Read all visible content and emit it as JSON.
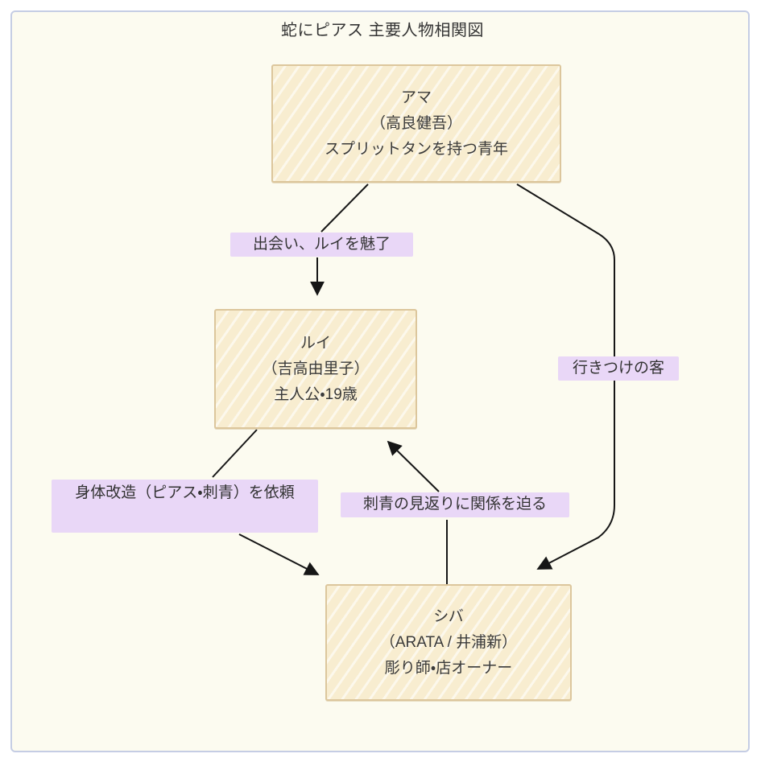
{
  "diagram": {
    "title": "蛇にピアス 主要人物相関図"
  },
  "nodes": [
    {
      "id": "ama",
      "name": "アマ",
      "actor": "（高良健吾）",
      "desc": "スプリットタンを持つ青年"
    },
    {
      "id": "rui",
      "name": "ルイ",
      "actor": "（吉高由里子）",
      "desc": "主人公・19歳"
    },
    {
      "id": "shiba",
      "name": "シバ",
      "actor": "（ARATA / 井浦新）",
      "desc": "彫り師・店オーナー"
    }
  ],
  "edges": [
    {
      "from": "アマ",
      "to": "ルイ",
      "label": "出会い、ルイを魅了"
    },
    {
      "from": "アマ",
      "to": "シバ",
      "label": "行きつけの客"
    },
    {
      "from": "ルイ",
      "to": "シバ",
      "label": "身体改造（ピアス・刺青）を依頼"
    },
    {
      "from": "シバ",
      "to": "ルイ",
      "label": "刺青の見返りに関係を迫る"
    }
  ],
  "colors": {
    "node_fill": "#f8edd0",
    "node_border": "#dcc69c",
    "node_text": "#3a3a3a",
    "label_bg": "#e9d7f7",
    "label_text": "#333333",
    "arrow": "#161616",
    "canvas_bg": "#fcfbf0",
    "frame_border": "#c5cde4"
  }
}
